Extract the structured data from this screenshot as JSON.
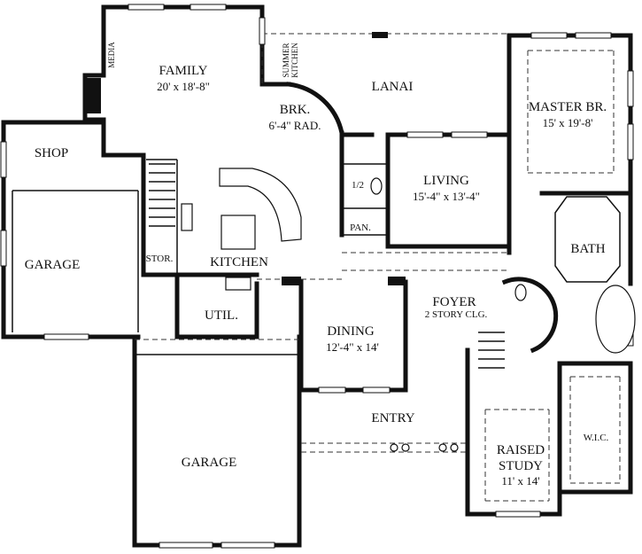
{
  "rooms": {
    "family": {
      "name": "FAMILY",
      "dims": "20' x 18'-8\""
    },
    "media": {
      "name": "MEDIA"
    },
    "summer_kitchen": {
      "line1": "SUMMER",
      "line2": "KITCHEN"
    },
    "lanai": {
      "name": "LANAI"
    },
    "brk": {
      "name": "BRK.",
      "dims": "6'-4\" RAD."
    },
    "master": {
      "name": "MASTER BR.",
      "dims": "15' x 19'-8'"
    },
    "shop": {
      "name": "SHOP"
    },
    "garage_side": {
      "name": "GARAGE"
    },
    "half_bath": {
      "name": "1/2"
    },
    "living": {
      "name": "LIVING",
      "dims": "15'-4\" x 13'-4\""
    },
    "pantry": {
      "name": "PAN."
    },
    "bath": {
      "name": "BATH"
    },
    "storage": {
      "name": "STOR."
    },
    "kitchen": {
      "name": "KITCHEN"
    },
    "foyer": {
      "name": "FOYER",
      "note": "2 STORY CLG."
    },
    "utility": {
      "name": "UTIL."
    },
    "dining": {
      "name": "DINING",
      "dims": "12'-4\" x 14'"
    },
    "entry": {
      "name": "ENTRY"
    },
    "garage_main": {
      "name": "GARAGE"
    },
    "study": {
      "line1": "RAISED",
      "line2": "STUDY",
      "dims": "11' x 14'"
    },
    "wic": {
      "name": "W.I.C."
    }
  }
}
